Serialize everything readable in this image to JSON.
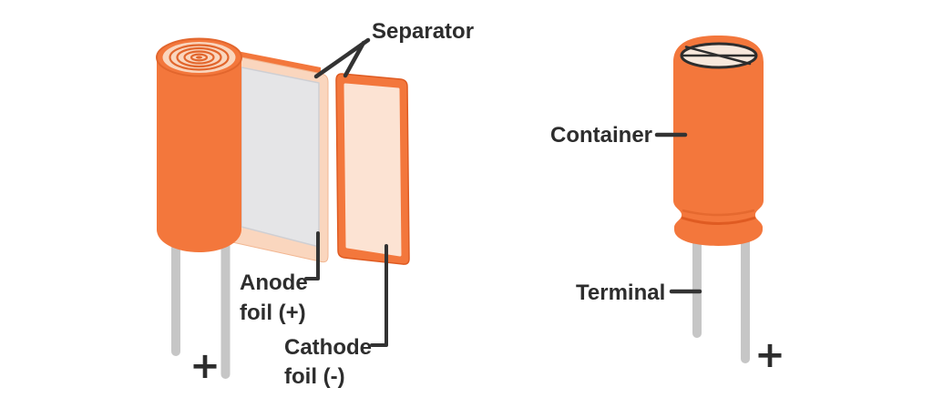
{
  "figure": {
    "type": "labeled-diagram",
    "subject": "Electrolytic capacitor construction: unrolled foil winding and assembled component"
  },
  "colors": {
    "c-orange": "#F3773C",
    "c-orange-dark": "#DF5B22",
    "c-ring": "#E2662D",
    "c-peach": "#FAD6BE",
    "c-peach-light": "#FCE3D3",
    "c-vent": "#F7E8DC",
    "c-foil-gray": "#E5E5E7",
    "c-foil-gray-edge": "#CFCFD3",
    "c-lead": "#C6C6C6",
    "c-line": "#333333",
    "c-text": "#2D2D2D",
    "c-bg": "#FFFFFF"
  },
  "unrolled_view": {
    "labels": {
      "separator": "Separator",
      "anode_line1": "Anode",
      "anode_line2": "foil (+)",
      "cathode_line1": "Cathode",
      "cathode_line2": "foil (-)",
      "polarity_plus": "+"
    }
  },
  "assembled_view": {
    "labels": {
      "container": "Container",
      "terminal": "Terminal",
      "polarity_plus": "+"
    }
  }
}
